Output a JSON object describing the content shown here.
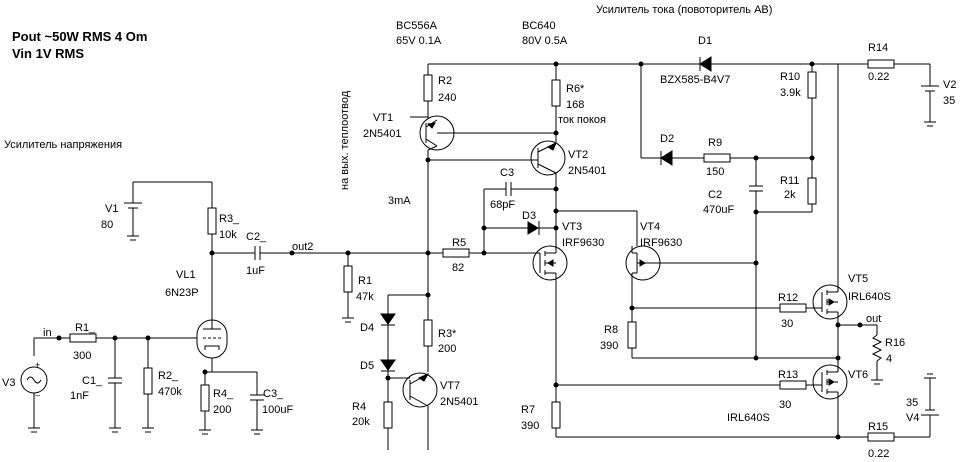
{
  "header": {
    "power": "Pout ~50W RMS 4 Om",
    "vin": "Vin 1V RMS"
  },
  "titles": {
    "voltage_amp": "Усилитель напряжения",
    "current_amp": "Усилитель тока (повоторитель AB)",
    "heatsink": "на вых. теплоотвод",
    "bias": "ток покоя"
  },
  "transistors": {
    "bc556": {
      "name": "BC556A",
      "rating": "65V 0.1A"
    },
    "bc640": {
      "name": "BC640",
      "rating": "80V 0.5A"
    },
    "vt1": {
      "ref": "VT1",
      "part": "2N5401"
    },
    "vt2": {
      "ref": "VT2",
      "part": "2N5401"
    },
    "vt3": {
      "ref": "VT3",
      "part": "IRF9630"
    },
    "vt4": {
      "ref": "VT4",
      "part": "IRF9630"
    },
    "vt5": {
      "ref": "VT5",
      "part": "IRL640S"
    },
    "vt6": {
      "ref": "VT6",
      "part": "IRL640S"
    },
    "vt7": {
      "ref": "VT7",
      "part": "2N5401"
    },
    "vl1": {
      "ref": "VL1",
      "part": "6N23P"
    }
  },
  "resistors": {
    "r1_in": {
      "ref": "R1_",
      "value": "300"
    },
    "r2_in": {
      "ref": "R2_",
      "value": "470k"
    },
    "r3_in": {
      "ref": "R3_",
      "value": "10k"
    },
    "r4_in": {
      "ref": "R4_",
      "value": "200"
    },
    "r1": {
      "ref": "R1",
      "value": "47k"
    },
    "r2": {
      "ref": "R2",
      "value": "240"
    },
    "r3s": {
      "ref": "R3*",
      "value": "200"
    },
    "r4": {
      "ref": "R4",
      "value": "20k"
    },
    "r5": {
      "ref": "R5",
      "value": "82"
    },
    "r6": {
      "ref": "R6*",
      "value": "168"
    },
    "r7": {
      "ref": "R7",
      "value": "390"
    },
    "r8": {
      "ref": "R8",
      "value": "390"
    },
    "r9": {
      "ref": "R9",
      "value": "150"
    },
    "r10": {
      "ref": "R10",
      "value": "3.9k"
    },
    "r11": {
      "ref": "R11",
      "value": "2k"
    },
    "r12": {
      "ref": "R12",
      "value": "30"
    },
    "r13": {
      "ref": "R13",
      "value": "30"
    },
    "r14": {
      "ref": "R14",
      "value": "0.22"
    },
    "r15": {
      "ref": "R15",
      "value": "0.22"
    },
    "r16": {
      "ref": "R16",
      "value": "4"
    }
  },
  "capacitors": {
    "c1_in": {
      "ref": "C1_",
      "value": "1nF"
    },
    "c2_in": {
      "ref": "C2_",
      "value": "1uF"
    },
    "c3_in": {
      "ref": "C3_",
      "value": "100uF"
    },
    "c2": {
      "ref": "C2",
      "value": "470uF"
    },
    "c3": {
      "ref": "C3",
      "value": "68pF"
    }
  },
  "diodes": {
    "d1": {
      "ref": "D1",
      "part": "BZX585-B4V7"
    },
    "d2": {
      "ref": "D2"
    },
    "d3": {
      "ref": "D3"
    },
    "d4": {
      "ref": "D4"
    },
    "d5": {
      "ref": "D5"
    }
  },
  "sources": {
    "v1": {
      "ref": "V1",
      "value": "80"
    },
    "v2": {
      "ref": "V2",
      "value": "35"
    },
    "v3": {
      "ref": "V3"
    },
    "v4": {
      "ref": "V4",
      "value": "35"
    }
  },
  "nets": {
    "in": "in",
    "out2": "out2",
    "out": "out",
    "current_3ma": "3mA"
  }
}
